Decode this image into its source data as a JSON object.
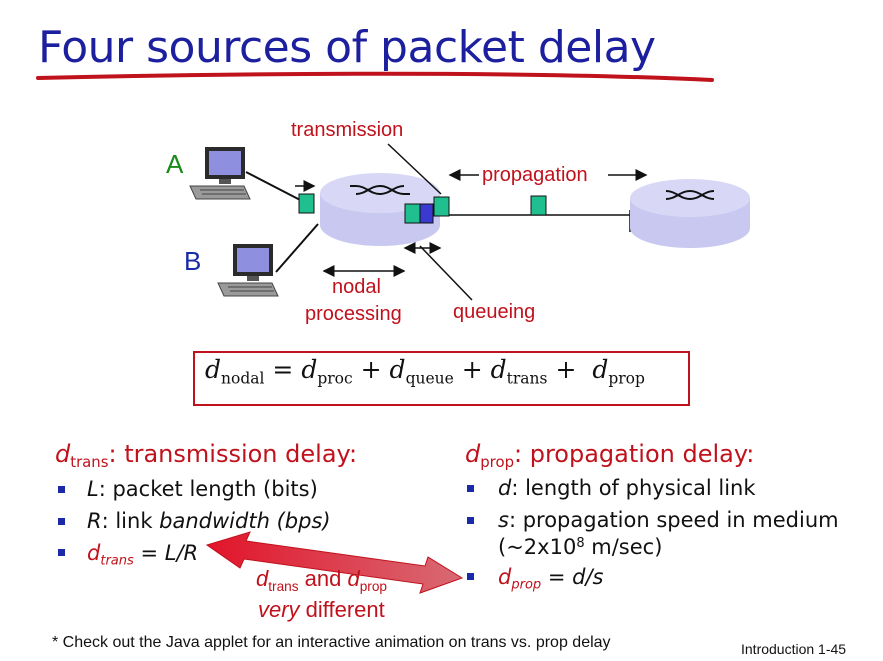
{
  "title": "Four sources of packet delay",
  "diagram": {
    "host_a": "A",
    "host_b": "B",
    "transmission": "transmission",
    "propagation": "propagation",
    "nodal": "nodal",
    "processing": "processing",
    "queueing": "queueing"
  },
  "formula": {
    "d": "d",
    "nodal": "nodal",
    "proc": "proc",
    "queue": "queue",
    "trans": "trans",
    "prop": "prop",
    "eq": "=",
    "plus": "+"
  },
  "trans_section": {
    "d": "d",
    "sub": "trans",
    "heading": ": transmission delay:",
    "bullets": [
      {
        "var": "L",
        "text": ": packet length (bits)"
      },
      {
        "var": "R",
        "text": ": link ",
        "em": "bandwidth (bps)"
      },
      {
        "d": "d",
        "sub": "trans",
        "text": " = L/R"
      }
    ]
  },
  "prop_section": {
    "d": "d",
    "sub": "prop",
    "heading": ": propagation delay:",
    "bullets": [
      {
        "var": "d",
        "text": ": length of physical link"
      },
      {
        "var": "s",
        "text": ": propagation speed in medium"
      },
      {
        "line2_pre": "(~2x10",
        "sup": "8",
        "line2_post": " m/sec)"
      },
      {
        "d": "d",
        "sub": "prop",
        "text": " = d/s"
      }
    ]
  },
  "compare": {
    "d1": "d",
    "sub1": "trans",
    "and": " and ",
    "d2": "d",
    "sub2": "prop",
    "very": "very",
    "different": " different"
  },
  "footnote": "* Check out the Java applet for an interactive animation on trans vs. prop delay",
  "slide_number": "Introduction 1-45",
  "colors": {
    "title": "#1c1f9e",
    "accent_red": "#c0121c",
    "router": "#c8c8f0",
    "packet": "#1fbf90",
    "packet_queued": "#3a3ad0"
  }
}
